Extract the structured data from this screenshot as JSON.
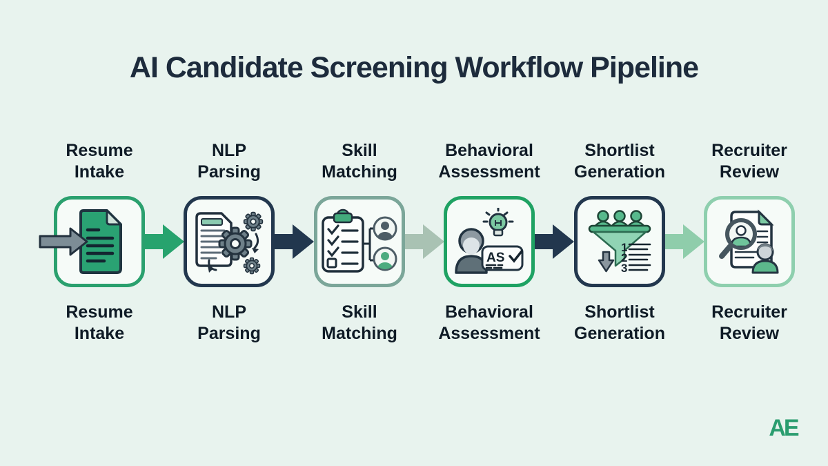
{
  "title": "AI Candidate Screening Workflow Pipeline",
  "logo": {
    "text": "AE",
    "color": "#2a9d6f"
  },
  "colors": {
    "background": "#e8f3ee",
    "box_fill": "#f6fbf8",
    "ink": "#22303d",
    "title_color": "#1d2b3c",
    "label_color": "#0f1b26"
  },
  "stages": [
    {
      "label_line1": "Resume",
      "label_line2": "Intake",
      "border_color": "#2aa06e",
      "icon": "document-icon"
    },
    {
      "label_line1": "NLP",
      "label_line2": "Parsing",
      "border_color": "#22374e",
      "icon": "document-gears-icon"
    },
    {
      "label_line1": "Skill",
      "label_line2": "Matching",
      "border_color": "#7ba699",
      "icon": "clipboard-candidates-icon"
    },
    {
      "label_line1": "Behavioral",
      "label_line2": "Assessment",
      "border_color": "#1fa263",
      "icon": "person-lightbulb-icon"
    },
    {
      "label_line1": "Shortlist",
      "label_line2": "Generation",
      "border_color": "#22374e",
      "icon": "funnel-ranking-icon"
    },
    {
      "label_line1": "Recruiter",
      "label_line2": "Review",
      "border_color": "#8ecfae",
      "icon": "magnifier-resume-icon"
    }
  ],
  "arrows": {
    "input_color": "#7d8d96",
    "between_colors": [
      "#27a36e",
      "#22374e",
      "#a9c2b3",
      "#22374e",
      "#8fcdab"
    ]
  },
  "icon_labels": {
    "assessment_badge": "AS",
    "rank_numbers": [
      "1",
      "2",
      "3"
    ]
  }
}
